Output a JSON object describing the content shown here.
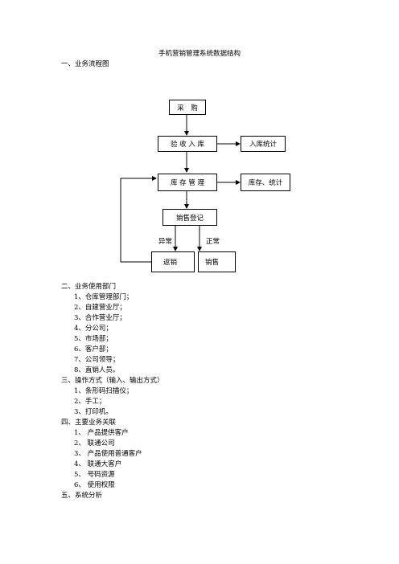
{
  "title": "手机营销管理系统数据结构",
  "section1": {
    "heading": "一、业务流程图"
  },
  "flowchart": {
    "purchase": "采　购",
    "inspect": "验 收 入 库",
    "inbound_stats": "入库统计",
    "inventory": "库 存 管 理",
    "stock_stats": "库存、统计",
    "sales_register": "销售登记",
    "abnormal": "异常",
    "normal": "正常",
    "return": "返销",
    "sales": "销售"
  },
  "section2": {
    "heading": "二、业务使用部门",
    "items": [
      "1、仓库管理部门；",
      "2、自建营业厅；",
      "3、合作营业厅；",
      "4、分公司；",
      "5、市场部；",
      "6、客户部；",
      "7、公司领导；",
      "8、直销人员。"
    ]
  },
  "section3": {
    "heading": "三、操作方式（输入、输出方式）",
    "items": [
      "1、条形码扫描仪；",
      "2、手工；",
      "3、打印机。"
    ]
  },
  "section4": {
    "heading": "四、主要业务关联",
    "items": [
      "1、 产品提供客户",
      "2、 联通公司",
      "3、 产品使用普通客户",
      "4、 联通大客户",
      "5、 号码资源",
      "6、 使用权限"
    ]
  },
  "section5": {
    "heading": "五、系统分析"
  }
}
